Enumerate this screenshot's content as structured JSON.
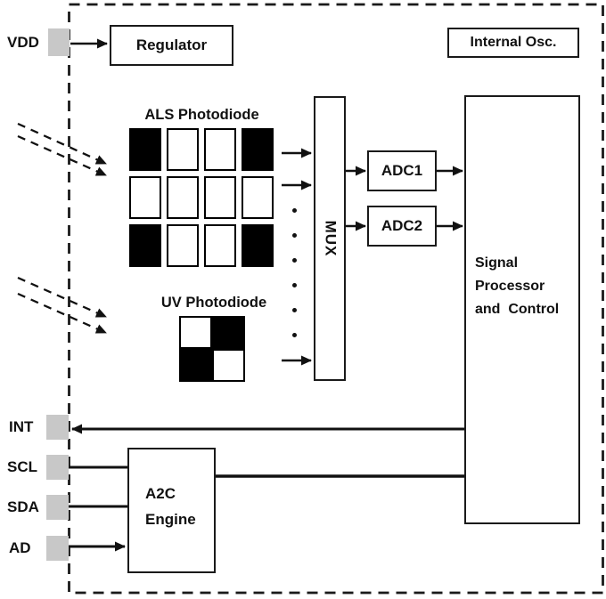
{
  "diagram": {
    "title_note": "sensor block diagram",
    "pins": {
      "vdd": "VDD",
      "int": "INT",
      "scl": "SCL",
      "sda": "SDA",
      "ad": "AD"
    },
    "blocks": {
      "regulator": "Regulator",
      "internal_osc": "Internal Osc.",
      "mux": "MUX",
      "adc1": "ADC1",
      "adc2": "ADC2",
      "signal_processor": [
        "Signal",
        "Processor",
        "and  Control"
      ],
      "a2c_engine": [
        "A2C",
        "Engine"
      ]
    },
    "photodiodes": {
      "als": {
        "label": "ALS Photodiode",
        "pattern": [
          [
            1,
            0,
            0,
            1
          ],
          [
            0,
            0,
            0,
            0
          ],
          [
            1,
            0,
            0,
            1
          ]
        ]
      },
      "uv": {
        "label": "UV Photodiode",
        "pattern": [
          [
            0,
            1
          ],
          [
            1,
            0
          ]
        ]
      }
    },
    "mux_ellipsis_dots": 6,
    "colors": {
      "pin_fill": "#c8c8c8",
      "line": "#111111",
      "cell_black": "#000000",
      "cell_white": "#ffffff"
    }
  }
}
